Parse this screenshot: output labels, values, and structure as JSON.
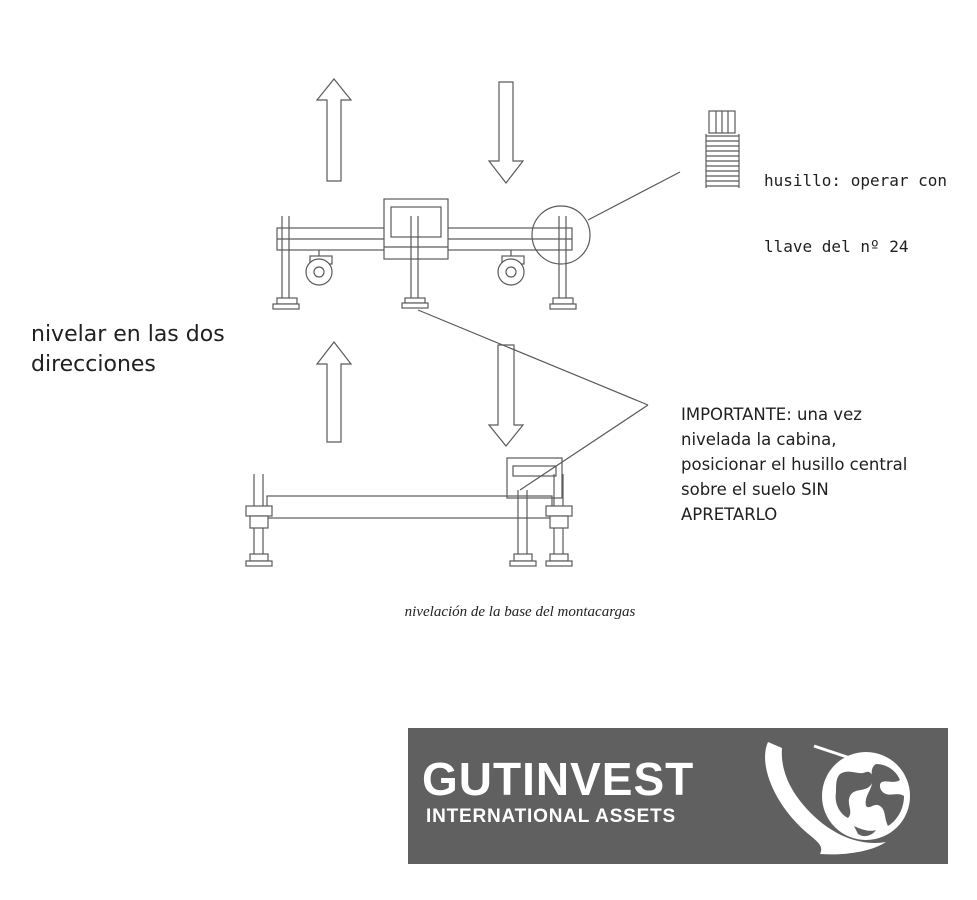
{
  "labels": {
    "level_both_directions": [
      "nivelar en las dos",
      "direcciones"
    ],
    "spindle_note": [
      "husillo: operar con",
      "llave del nº 24"
    ],
    "important_note": [
      "IMPORTANTE: una vez",
      "nivelada la cabina,",
      "posicionar el husillo central",
      "sobre el suelo SIN",
      "APRETARLO"
    ],
    "caption": "nivelación de la base del montacargas"
  },
  "logo": {
    "brand": "GUTINVEST",
    "tagline": "INTERNATIONAL ASSETS",
    "background_color": "#606060",
    "text_color": "#ffffff",
    "emblem_icon": "globe-icon"
  },
  "colors": {
    "line": "#5a5a5a",
    "text": "#202020"
  }
}
